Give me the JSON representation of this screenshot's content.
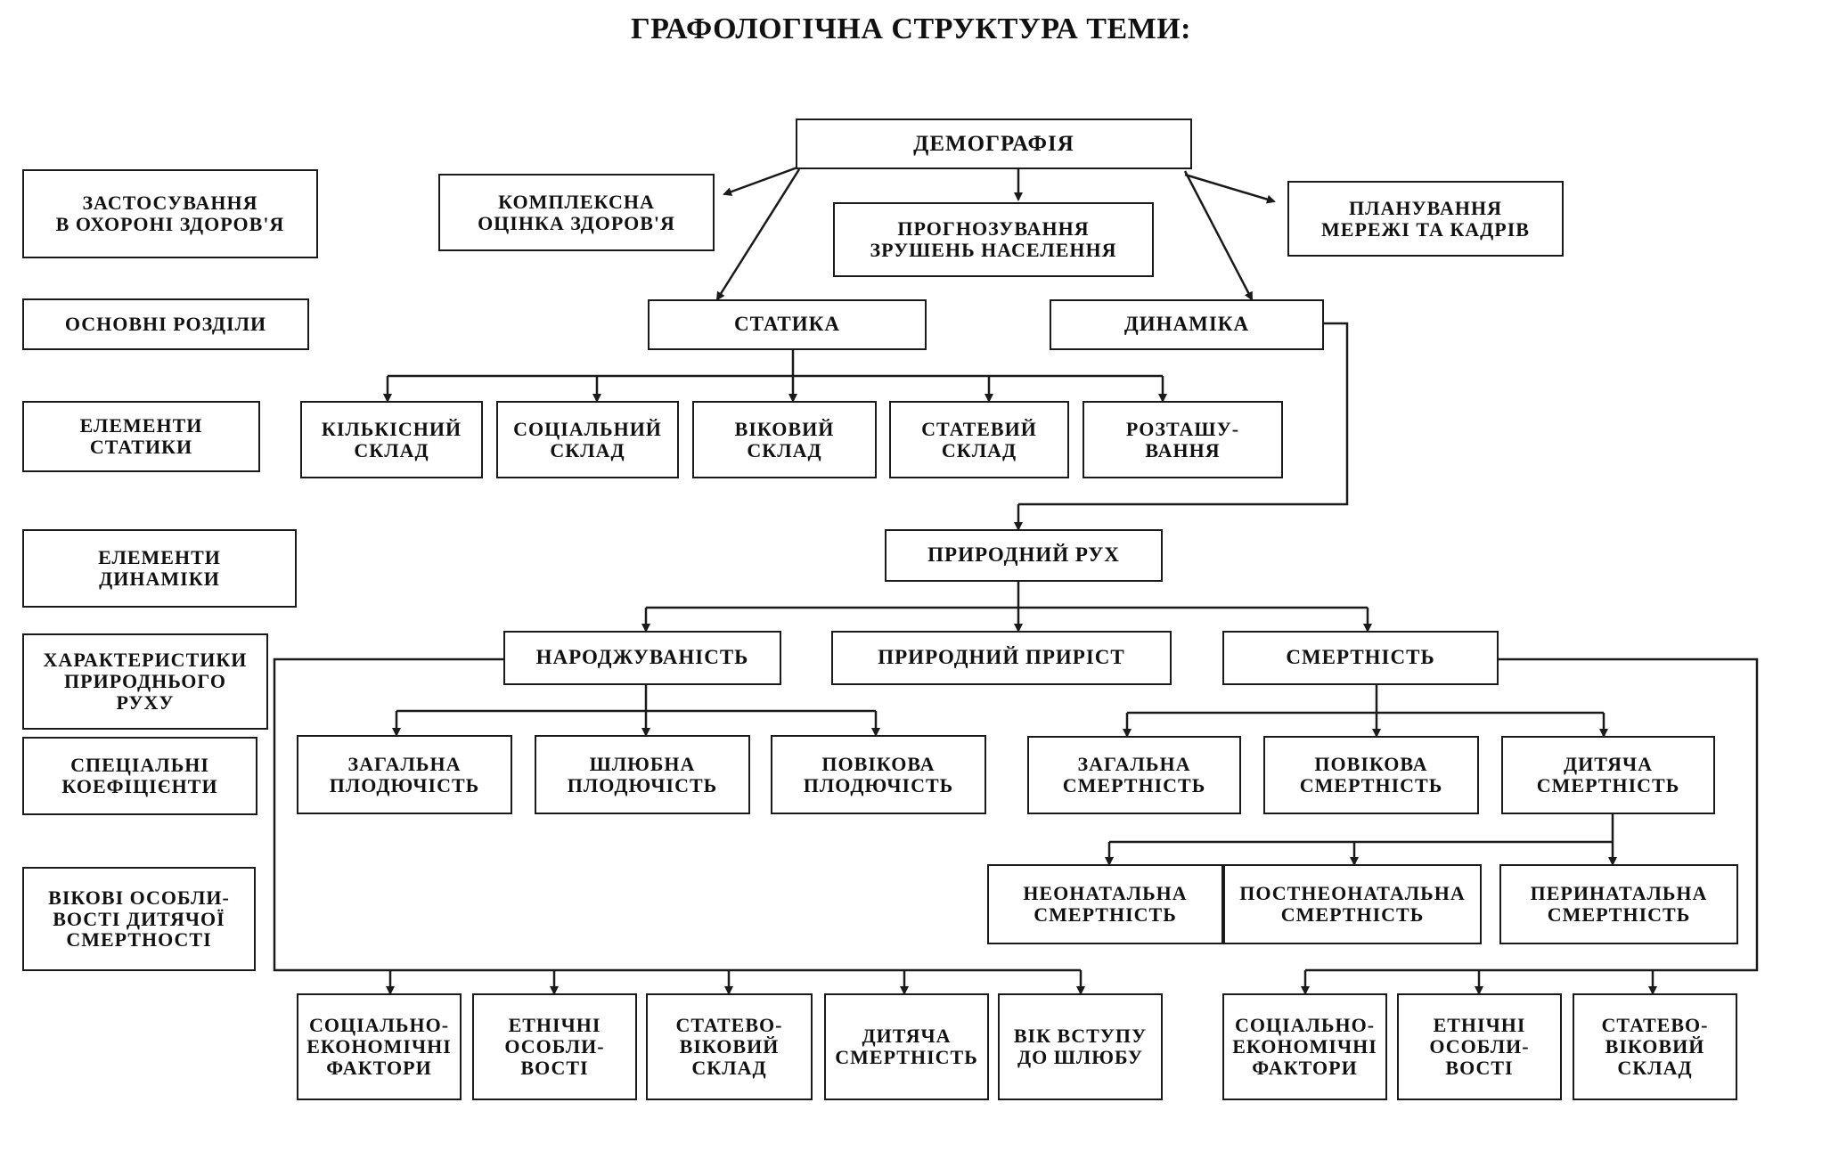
{
  "title": "ГРАФОЛОГІЧНА СТРУКТУРА ТЕМИ:",
  "side_labels": [
    "ЗАСТОСУВАННЯ\nВ ОХОРОНІ ЗДОРОВ'Я",
    "ОСНОВНІ РОЗДІЛИ",
    "ЕЛЕМЕНТИ\nСТАТИКИ",
    "ЕЛЕМЕНТИ\nДИНАМІКИ",
    "ХАРАКТЕРИСТИКИ\nПРИРОДНЬОГО\nРУХУ",
    "СПЕЦІАЛЬНІ\nКОЕФІЦІЄНТИ",
    "ВІКОВІ ОСОБЛИ-\nВОСТІ ДИТЯЧОЇ\nСМЕРТНОСТІ"
  ],
  "nodes": {
    "demography": "ДЕМОГРАФІЯ",
    "health_assessment": "КОМПЛЕКСНА\nОЦІНКА ЗДОРОВ'Я",
    "forecasting": "ПРОГНОЗУВАННЯ\nЗРУШЕНЬ НАСЕЛЕННЯ",
    "planning": "ПЛАНУВАННЯ\nМЕРЕЖІ ТА КАДРІВ",
    "statics": "СТАТИКА",
    "dynamics": "ДИНАМІКА",
    "static_elements": [
      "КІЛЬКІСНИЙ\nСКЛАД",
      "СОЦІАЛЬНИЙ\nСКЛАД",
      "ВІКОВИЙ\nСКЛАД",
      "СТАТЕВИЙ\nСКЛАД",
      "РОЗТАШУ-\nВАННЯ"
    ],
    "natural_movement": "ПРИРОДНИЙ РУХ",
    "birth_rate": "НАРОДЖУВАНІСТЬ",
    "natural_increase": "ПРИРОДНИЙ ПРИРІСТ",
    "mortality": "СМЕРТНІСТЬ",
    "fertility": [
      "ЗАГАЛЬНА\nПЛОДЮЧІСТЬ",
      "ШЛЮБНА\nПЛОДЮЧІСТЬ",
      "ПОВІКОВА\nПЛОДЮЧІСТЬ"
    ],
    "mortality_types": [
      "ЗАГАЛЬНА\nСМЕРТНІСТЬ",
      "ПОВІКОВА\nСМЕРТНІСТЬ",
      "ДИТЯЧА\nСМЕРТНІСТЬ"
    ],
    "infant_types": [
      "НЕОНАТАЛЬНА\nСМЕРТНІСТЬ",
      "ПОСТНЕОНАТАЛЬНА\nСМЕРТНІСТЬ",
      "ПЕРИНАТАЛЬНА\nСМЕРТНІСТЬ"
    ],
    "birth_factors": [
      "СОЦІАЛЬНО-\nЕКОНОМІЧНІ\nФАКТОРИ",
      "ЕТНІЧНІ\nОСОБЛИ-\nВОСТІ",
      "СТАТЕВО-\nВІКОВИЙ\nСКЛАД",
      "ДИТЯЧА\nСМЕРТНІСТЬ",
      "ВІК ВСТУПУ\nДО ШЛЮБУ"
    ],
    "mortality_factors": [
      "СОЦІАЛЬНО-\nЕКОНОМІЧНІ\nФАКТОРИ",
      "ЕТНІЧНІ\nОСОБЛИ-\nВОСТІ",
      "СТАТЕВО-\nВІКОВИЙ\nСКЛАД"
    ]
  }
}
